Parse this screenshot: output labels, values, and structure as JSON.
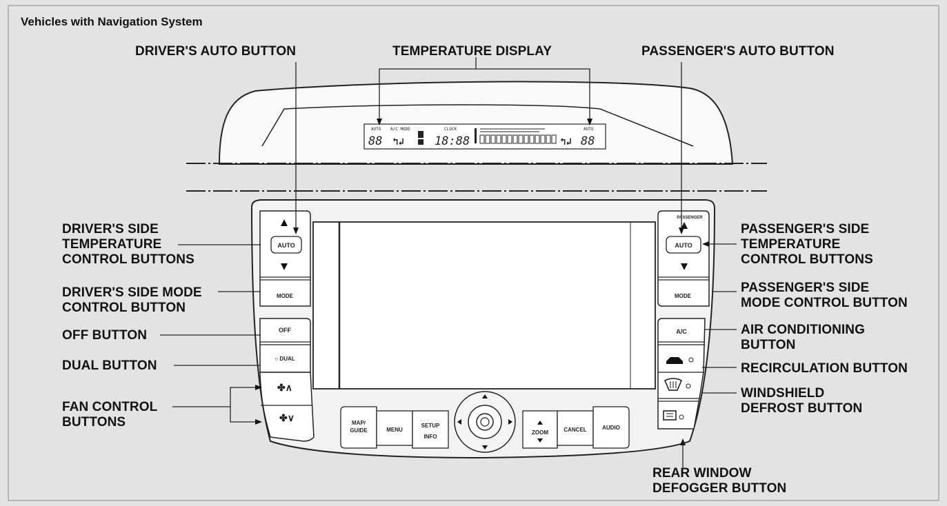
{
  "section_title": "Vehicles with Navigation System",
  "callouts": {
    "drivers_auto": "DRIVER'S AUTO BUTTON",
    "temperature_display": "TEMPERATURE DISPLAY",
    "passengers_auto": "PASSENGER'S AUTO BUTTON",
    "drivers_temp": "DRIVER'S SIDE\nTEMPERATURE\nCONTROL BUTTONS",
    "drivers_mode": "DRIVER'S SIDE MODE\nCONTROL BUTTON",
    "off": "OFF BUTTON",
    "dual": "DUAL BUTTON",
    "fan": "FAN CONTROL\nBUTTONS",
    "passengers_temp": "PASSENGER'S SIDE\nTEMPERATURE\nCONTROL BUTTONS",
    "passengers_mode": "PASSENGER'S SIDE\nMODE CONTROL BUTTON",
    "ac": "AIR CONDITIONING\nBUTTON",
    "recirc": "RECIRCULATION BUTTON",
    "defrost": "WINDSHIELD\nDEFROST BUTTON",
    "rear_defog": "REAR WINDOW\nDEFOGGER BUTTON"
  },
  "panel_buttons": {
    "auto": "AUTO",
    "mode": "MODE",
    "off": "OFF",
    "dual": "○ DUAL",
    "ac": "A/C",
    "passenger": "PASSENGER",
    "map_guide": "MAP/\nGUIDE",
    "menu": "MENU",
    "setup": "SETUP",
    "info": "INFO",
    "zoom": "ZOOM",
    "cancel": "CANCEL",
    "audio": "AUDIO"
  },
  "lcd": {
    "auto_left": "AUTO",
    "ac_mode": "A/C MODE",
    "clock": "CLOCK",
    "time": "18:88",
    "temp_left": "88",
    "temp_right": "88",
    "auto_right": "AUTO"
  },
  "icons": [
    "up-arrow-icon",
    "down-arrow-icon",
    "fan-icon",
    "recirculation-icon",
    "windshield-defrost-icon",
    "rear-defogger-icon"
  ]
}
